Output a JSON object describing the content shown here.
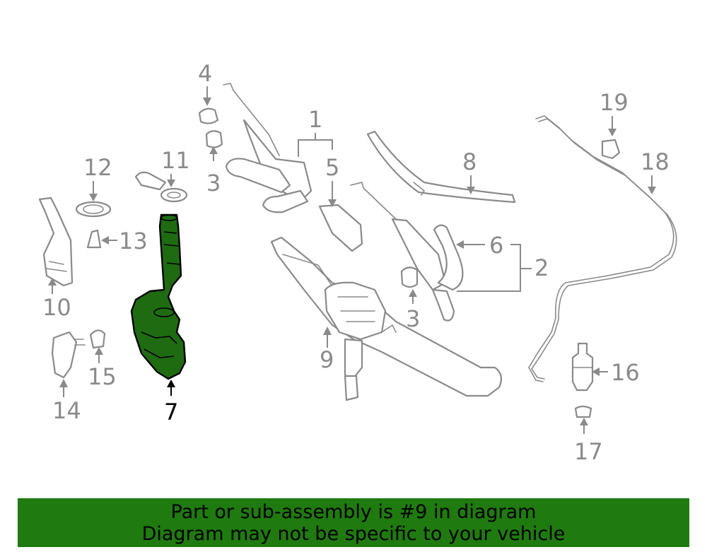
{
  "diagram": {
    "highlighted_part": "9",
    "callouts": [
      "1",
      "2",
      "3",
      "3",
      "4",
      "5",
      "6",
      "7",
      "8",
      "9",
      "10",
      "11",
      "12",
      "13",
      "14",
      "15",
      "16",
      "17",
      "18",
      "19"
    ]
  },
  "banner": {
    "line1": "Part or sub-assembly is #9 in diagram",
    "line2": "Diagram may not be specific to your vehicle"
  },
  "colors": {
    "highlight": "#1e6b12",
    "banner_bg": "#1f7a0f",
    "line_art": "#8a8a8a"
  }
}
